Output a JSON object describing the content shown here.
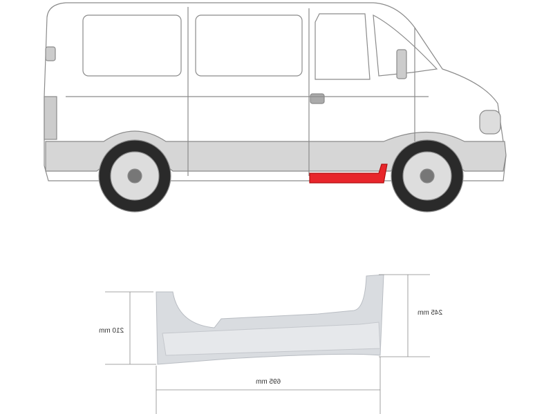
{
  "dimensions": {
    "height_left": "210 mm",
    "height_right": "245 mm",
    "length": "695 mm"
  },
  "colors": {
    "highlighted_part": "#e8262b",
    "body": "#ffffff",
    "bumper": "#d6d6d6",
    "outline": "#8a8a8a"
  }
}
